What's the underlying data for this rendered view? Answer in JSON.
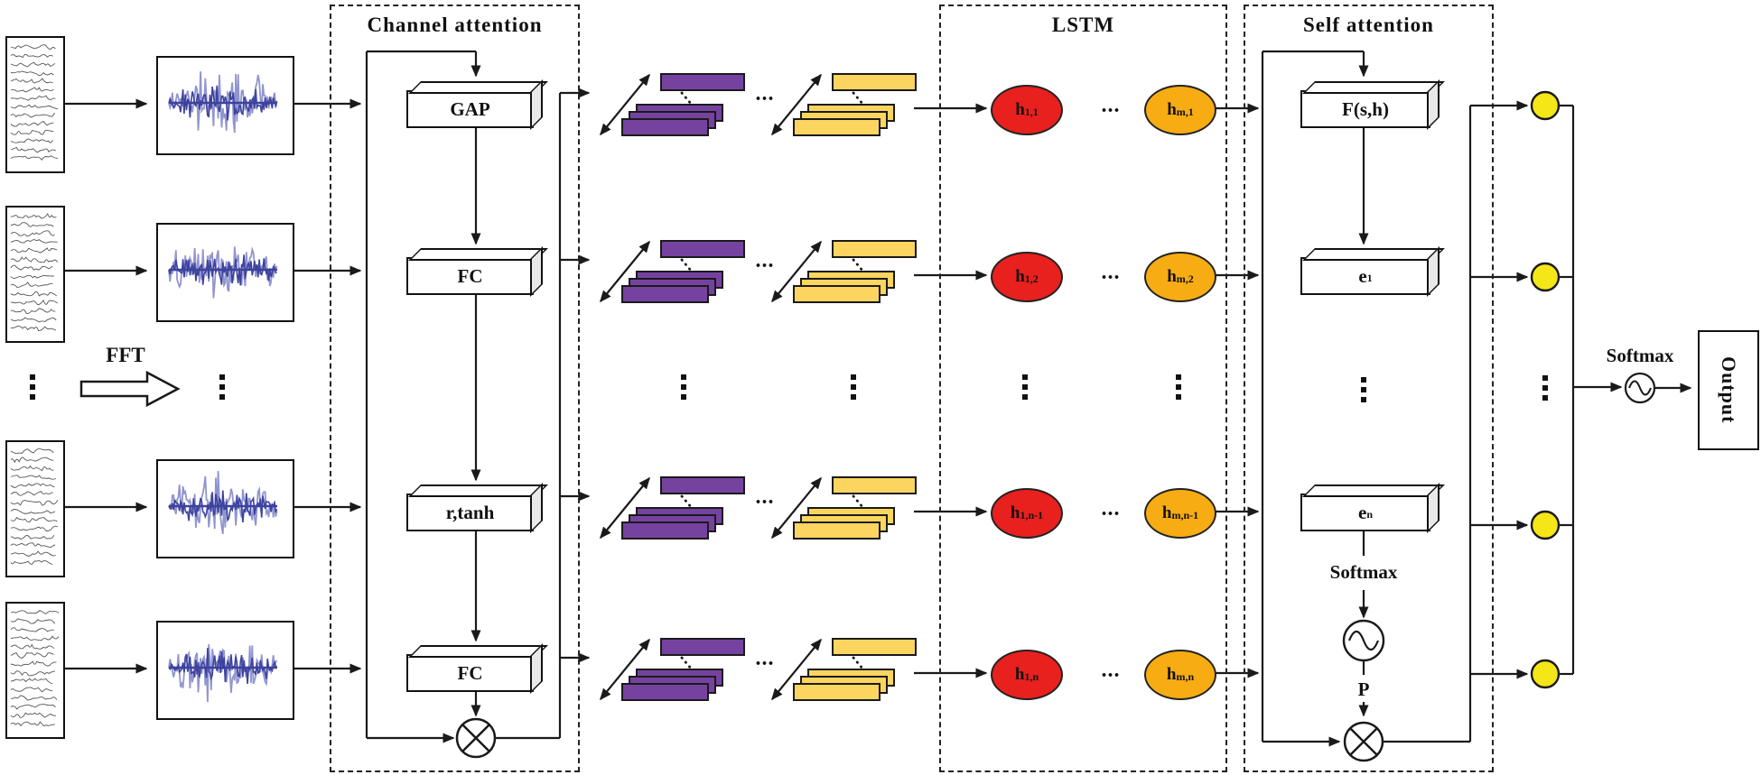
{
  "colors": {
    "purple": "#7642a0",
    "yellowbar": "#fbd55f",
    "red": "#e8201e",
    "orange": "#f7ac14",
    "yellowcircle": "#f4e617",
    "wavedark": "#3d429e",
    "wavelight": "#9195cf",
    "line": "#1a1a1a"
  },
  "left_panel": {
    "fft_label": "FFT"
  },
  "channel_attention": {
    "title": "Channel attention",
    "blocks": [
      "GAP",
      "FC",
      "r,tanh",
      "FC"
    ]
  },
  "stacks": {
    "ellipsis": "..."
  },
  "lstm": {
    "title": "LSTM",
    "ellipsis": "...",
    "rows": [
      {
        "red_main": "h",
        "red_sub": "1,1",
        "orange_main": "h",
        "orange_sub": "m,1"
      },
      {
        "red_main": "h",
        "red_sub": "1,2",
        "orange_main": "h",
        "orange_sub": "m,2"
      },
      {
        "red_main": "h",
        "red_sub": "1,n-1",
        "orange_main": "h",
        "orange_sub": "m,n-1"
      },
      {
        "red_main": "h",
        "red_sub": "1,n",
        "orange_main": "h",
        "orange_sub": "m,n"
      }
    ]
  },
  "self_attention": {
    "title": "Self attention",
    "f_block": "F(s,h)",
    "e1_main": "e",
    "e1_sub": "1",
    "en_main": "e",
    "en_sub": "n",
    "softmax_label": "Softmax",
    "p_label": "P"
  },
  "output_stage": {
    "softmax_label": "Softmax",
    "output_label": "Output"
  }
}
